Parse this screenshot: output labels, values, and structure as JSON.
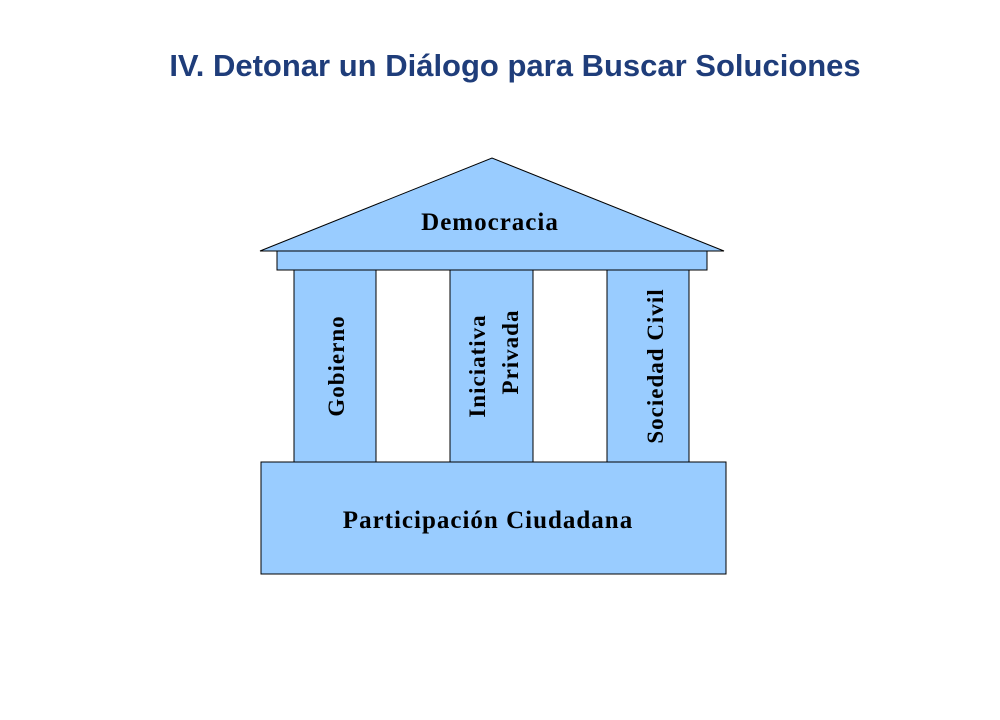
{
  "slide": {
    "title": "IV. Detonar un Diálogo para Buscar Soluciones"
  },
  "temple": {
    "roof_label": "Democracia",
    "columns": [
      {
        "lines": [
          "Gobierno"
        ]
      },
      {
        "lines": [
          "Iniciativa",
          "Privada"
        ]
      },
      {
        "lines": [
          "Sociedad Civil"
        ]
      }
    ],
    "base_label": "Participación Ciudadana",
    "fill_color": "#99ccff",
    "title_color": "#1f3d7a"
  }
}
